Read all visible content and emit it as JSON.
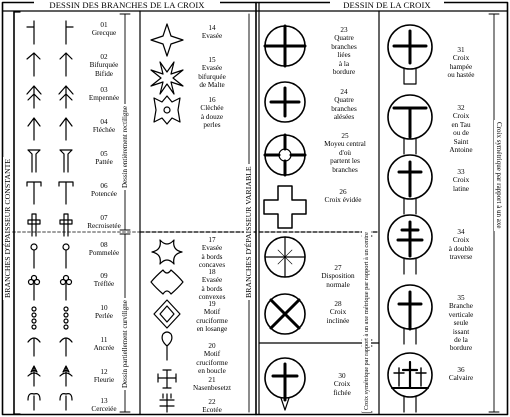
{
  "headers": {
    "left": "DESSIN DES BRANCHES DE LA CROIX",
    "right": "DESSIN DE LA CROIX"
  },
  "vertical_labels": {
    "constant": "BRANCHES D'ÉPAISSEUR CONSTANTE",
    "variable": "BRANCHES D'ÉPAISSEUR VARIABLE",
    "rectilinear": "Dessin entièrement rectiligne",
    "curvilinear": "Dessin partiellement curviligne",
    "sym_center": "Croix symétrique par rapport à un centre",
    "sym_axis_mid": "Croix symétrique par rapport à un axe",
    "sym_axis_right": "Croix symétrique par rapport à un axe"
  },
  "items": [
    {
      "num": "01",
      "name": "Grecque",
      "icon": "cross-grecque-icon"
    },
    {
      "num": "02",
      "name": "Bifurquée\nBifide",
      "icon": "cross-bifurquee-icon"
    },
    {
      "num": "03",
      "name": "Empennée",
      "icon": "cross-empennee-icon"
    },
    {
      "num": "04",
      "name": "Fléchée",
      "icon": "cross-flechee-icon"
    },
    {
      "num": "05",
      "name": "Pattée",
      "icon": "cross-pattee-icon"
    },
    {
      "num": "06",
      "name": "Potencée",
      "icon": "cross-potencee-icon"
    },
    {
      "num": "07",
      "name": "Recroisetée",
      "icon": "cross-recroisetee-icon"
    },
    {
      "num": "08",
      "name": "Pommelée",
      "icon": "cross-pommelee-icon"
    },
    {
      "num": "09",
      "name": "Tréflée",
      "icon": "cross-treflee-icon"
    },
    {
      "num": "10",
      "name": "Perlée",
      "icon": "cross-perlee-icon"
    },
    {
      "num": "11",
      "name": "Ancrée",
      "icon": "cross-ancree-icon"
    },
    {
      "num": "12",
      "name": "Fleurie",
      "icon": "cross-fleurie-icon"
    },
    {
      "num": "13",
      "name": "Cerceiée",
      "icon": "cross-cerceiee-icon"
    },
    {
      "num": "14",
      "name": "Evasée",
      "icon": "cross-evasee-icon"
    },
    {
      "num": "15",
      "name": "Evasée\nbifurquée\nde Malte",
      "icon": "cross-malte-icon"
    },
    {
      "num": "16",
      "name": "Clèchée\nà douze\nperles",
      "icon": "cross-clechee-icon"
    },
    {
      "num": "17",
      "name": "Evasée\nà bords\nconcaves",
      "icon": "cross-concave-icon"
    },
    {
      "num": "18",
      "name": "Evasée\nà bords\nconvexes",
      "icon": "cross-convex-icon"
    },
    {
      "num": "19",
      "name": "Motif\ncruciforme\nen losange",
      "icon": "motif-losange-icon"
    },
    {
      "num": "20",
      "name": "Motif\ncruciforme\nen boucle",
      "icon": "motif-boucle-icon"
    },
    {
      "num": "21",
      "name": "Nasenbesetzt",
      "icon": "cross-nasenbesetzt-icon"
    },
    {
      "num": "22",
      "name": "Ecotée",
      "icon": "cross-ecotee-icon"
    },
    {
      "num": "23",
      "name": "Quatre\nbranches\nliées\nà la\nbordure",
      "icon": "cross-liees-icon"
    },
    {
      "num": "24",
      "name": "Quatre\nbranches\nalésées",
      "icon": "cross-alesees-icon"
    },
    {
      "num": "25",
      "name": "Moyeu central\nd'où\npartent les\nbranches",
      "icon": "cross-moyeu-icon"
    },
    {
      "num": "26",
      "name": "Croix évidée",
      "icon": "cross-evidee-icon"
    },
    {
      "num": "27",
      "name": "Disposition\nnormale",
      "icon": "disc-normal-icon"
    },
    {
      "num": "28",
      "name": "Croix\ninclinée",
      "icon": "disc-inclinee-icon"
    },
    {
      "num": "30",
      "name": "Croix\nfichée",
      "icon": "cross-fichee-icon"
    },
    {
      "num": "31",
      "name": "Croix\nhampée\nou hastée",
      "icon": "cross-hampee-icon"
    },
    {
      "num": "32",
      "name": "Croix\nen Tau\nou de\nSaint\nAntoine",
      "icon": "cross-tau-icon"
    },
    {
      "num": "33",
      "name": "Croix\nlatine",
      "icon": "cross-latine-icon"
    },
    {
      "num": "34",
      "name": "Croix\nà double\ntraverse",
      "icon": "cross-double-icon"
    },
    {
      "num": "35",
      "name": "Branche\nverticale\nseule\nissant\nde la\nbordure",
      "icon": "cross-branche-icon"
    },
    {
      "num": "36",
      "name": "Calvaire",
      "icon": "cross-calvaire-icon"
    }
  ]
}
